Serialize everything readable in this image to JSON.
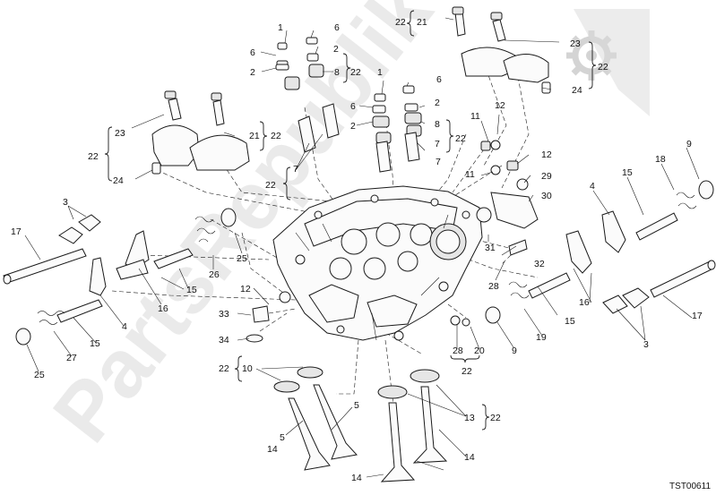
{
  "watermark": {
    "text": "PartsRepublik"
  },
  "document_code": "TST00611",
  "callouts": {
    "c_1a": "1",
    "c_6a": "6",
    "c_6b": "6",
    "c_2a": "2",
    "c_2b": "2",
    "c_8a": "8",
    "c_22a": "22",
    "c_22b": "22",
    "c_21a": "21",
    "c_23a": "23",
    "c_22c": "22",
    "c_24a": "24",
    "c_1b": "1",
    "c_6c": "6",
    "c_6d": "6",
    "c_2c": "2",
    "c_2d": "2",
    "c_8b": "8",
    "c_22d": "22",
    "c_7a": "7",
    "c_7b": "7",
    "c_23b": "23",
    "c_22e": "22",
    "c_24b": "24",
    "c_21b": "21",
    "c_22f": "22",
    "c_7c": "7",
    "c_22g": "22",
    "c_11a": "11",
    "c_12a": "12",
    "c_12b": "12",
    "c_11b": "11",
    "c_29": "29",
    "c_30": "30",
    "c_9a": "9",
    "c_18": "18",
    "c_15a": "15",
    "c_4a": "4",
    "c_3a": "3",
    "c_17a": "17",
    "c_26": "26",
    "c_25a": "25",
    "c_15b": "15",
    "c_16a": "16",
    "c_31": "31",
    "c_32": "32",
    "c_28a": "28",
    "c_12c": "12",
    "c_33": "33",
    "c_34": "34",
    "c_4b": "4",
    "c_16b": "16",
    "c_15c": "15",
    "c_19": "19",
    "c_9b": "9",
    "c_28b": "28",
    "c_20": "20",
    "c_22h": "22",
    "c_25b": "25",
    "c_27": "27",
    "c_15d": "15",
    "c_17b": "17",
    "c_3b": "3",
    "c_22i": "22",
    "c_10": "10",
    "c_5a": "5",
    "c_5b": "5",
    "c_13": "13",
    "c_22j": "22",
    "c_14a": "14",
    "c_14b": "14",
    "c_14c": "14"
  }
}
